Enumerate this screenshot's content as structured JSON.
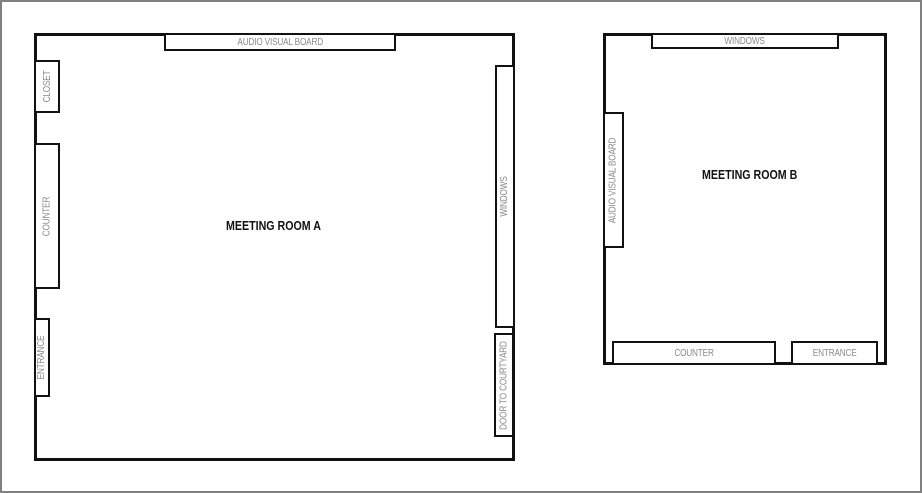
{
  "plan": {
    "border_color": "#808080",
    "wall_color": "#111111",
    "label_color": "#8a8a8a"
  },
  "room_a": {
    "title": "MEETING ROOM A",
    "fixtures": {
      "av_board": "AUDIO VISUAL BOARD",
      "closet": "CLOSET",
      "counter": "COUNTER",
      "entrance": "ENTRANCE",
      "windows": "WINDOWS",
      "door_courtyard": "DOOR TO COURTYARD"
    }
  },
  "room_b": {
    "title": "MEETING ROOM B",
    "fixtures": {
      "windows": "WINDOWS",
      "av_board": "AUDIO VISUAL BOARD",
      "counter": "COUNTER",
      "entrance": "ENTRANCE"
    }
  }
}
